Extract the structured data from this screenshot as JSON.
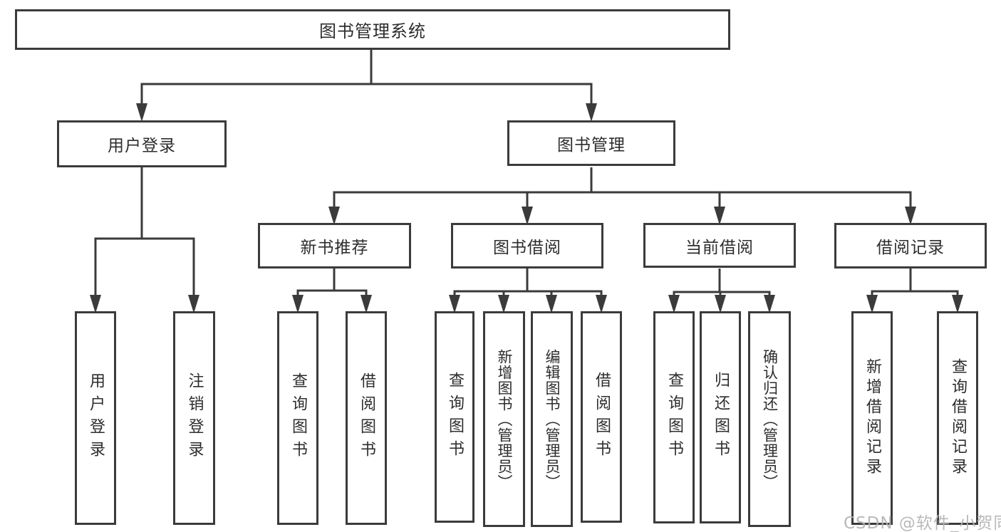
{
  "diagram": {
    "type": "hierarchy-tree",
    "line_color": "#3b3b3b",
    "background": "#ffffff"
  },
  "nodes": {
    "root": {
      "label": "图书管理系统",
      "children": [
        {
          "id": "user_login",
          "label": "用户登录",
          "children": [
            {
              "label": "用户登录"
            },
            {
              "label": "注销登录"
            }
          ]
        },
        {
          "id": "book_management",
          "label": "图书管理",
          "children": [
            {
              "label": "新书推荐",
              "children": [
                {
                  "label": "查询图书"
                },
                {
                  "label": "借阅图书"
                }
              ]
            },
            {
              "label": "图书借阅",
              "children": [
                {
                  "label": "查询图书"
                },
                {
                  "label": "新增图书（管理员）"
                },
                {
                  "label": "编辑图书（管理员）"
                },
                {
                  "label": "借阅图书"
                }
              ]
            },
            {
              "label": "当前借阅",
              "children": [
                {
                  "label": "查询图书"
                },
                {
                  "label": "归还图书"
                },
                {
                  "label": "确认归还（管理员）"
                }
              ]
            },
            {
              "label": "借阅记录",
              "children": [
                {
                  "label": "新增借阅记录"
                },
                {
                  "label": "查询借阅记录"
                }
              ]
            }
          ]
        }
      ]
    }
  },
  "watermark": {
    "text": "CSDN @软件_小贺同学"
  }
}
